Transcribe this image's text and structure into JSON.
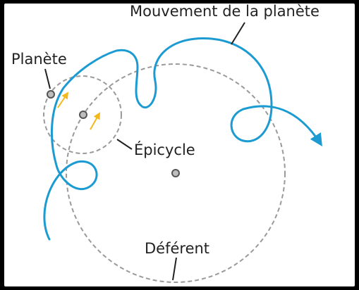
{
  "diagram": {
    "labels": {
      "planet_motion": "Mouvement de la planète",
      "planet": "Planète",
      "epicycle": "Épicycle",
      "deferent": "Déférent"
    }
  },
  "colors": {
    "path": "#1c9bd2",
    "circles": "#9a9a9a",
    "arrows": "#f5b81c",
    "leader_lines": "#222222",
    "text": "#222222"
  }
}
